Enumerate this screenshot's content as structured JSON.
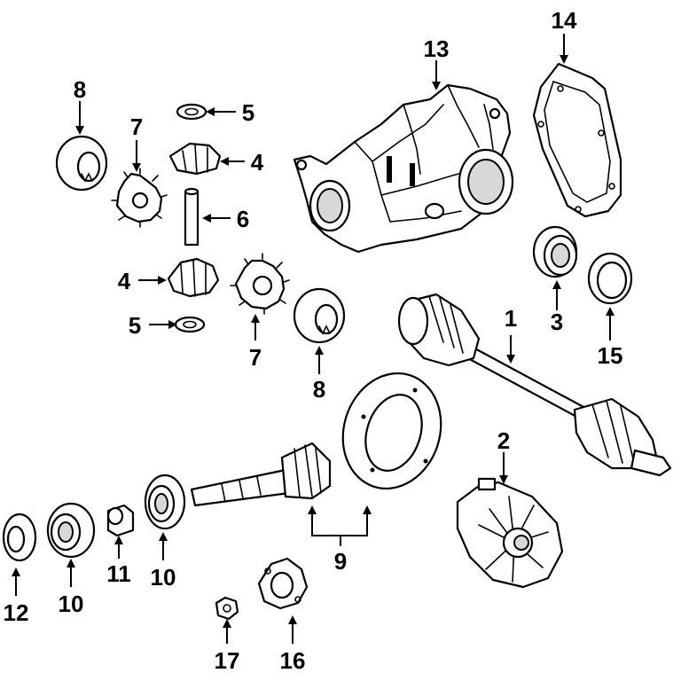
{
  "callouts": {
    "c1": "1",
    "c2": "2",
    "c3": "3",
    "c4a": "4",
    "c4b": "4",
    "c5a": "5",
    "c5b": "5",
    "c6": "6",
    "c7a": "7",
    "c7b": "7",
    "c8a": "8",
    "c8b": "8",
    "c9": "9",
    "c10a": "10",
    "c10b": "10",
    "c11": "11",
    "c12": "12",
    "c13": "13",
    "c14": "14",
    "c15": "15",
    "c16": "16",
    "c17": "17"
  }
}
